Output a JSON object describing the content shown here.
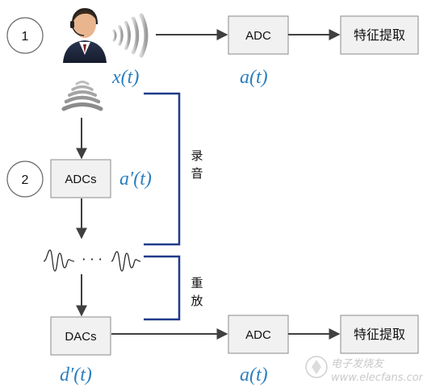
{
  "step_labels": [
    "1",
    "2"
  ],
  "adc_top": "ADC",
  "feature_top": "特征提取",
  "adcs": "ADCs",
  "dacs": "DACs",
  "adc_bottom": "ADC",
  "feature_bottom": "特征提取",
  "sig_x": "x(t)",
  "sig_a_top": "a(t)",
  "sig_a_prime": "a′(t)",
  "sig_d_prime": "d′(t)",
  "sig_a_bottom": "a(t)",
  "record_chars": [
    "录",
    "音"
  ],
  "replay_chars": [
    "重",
    "放"
  ],
  "dots": "· · ·",
  "watermark_line1": "电子发烧友",
  "watermark_line2": "www.elecfans.com",
  "colors": {
    "signal": "#2a7fbf",
    "arrow": "#404040",
    "bracket": "#1f3b8a",
    "box_fill": "#f1f1f1"
  }
}
